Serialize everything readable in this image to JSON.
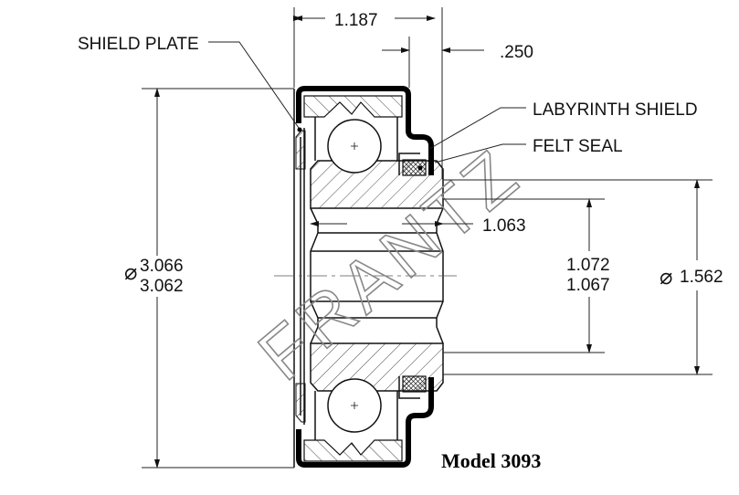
{
  "drawing": {
    "labels": {
      "shield_plate": "SHIELD PLATE",
      "labyrinth_shield": "LABYRINTH SHIELD",
      "felt_seal": "FELT SEAL"
    },
    "dimensions": {
      "overall_width": "1.187",
      "shield_offset": ".250",
      "outer_diameter_max": "3.066",
      "outer_diameter_min": "3.062",
      "inner_width": "1.063",
      "bore_max": "1.072",
      "bore_min": "1.067",
      "inner_ring_diameter": "1.562",
      "diameter_symbol": "⌀"
    },
    "model": "Model 3093",
    "watermark": "FRANTZ"
  }
}
